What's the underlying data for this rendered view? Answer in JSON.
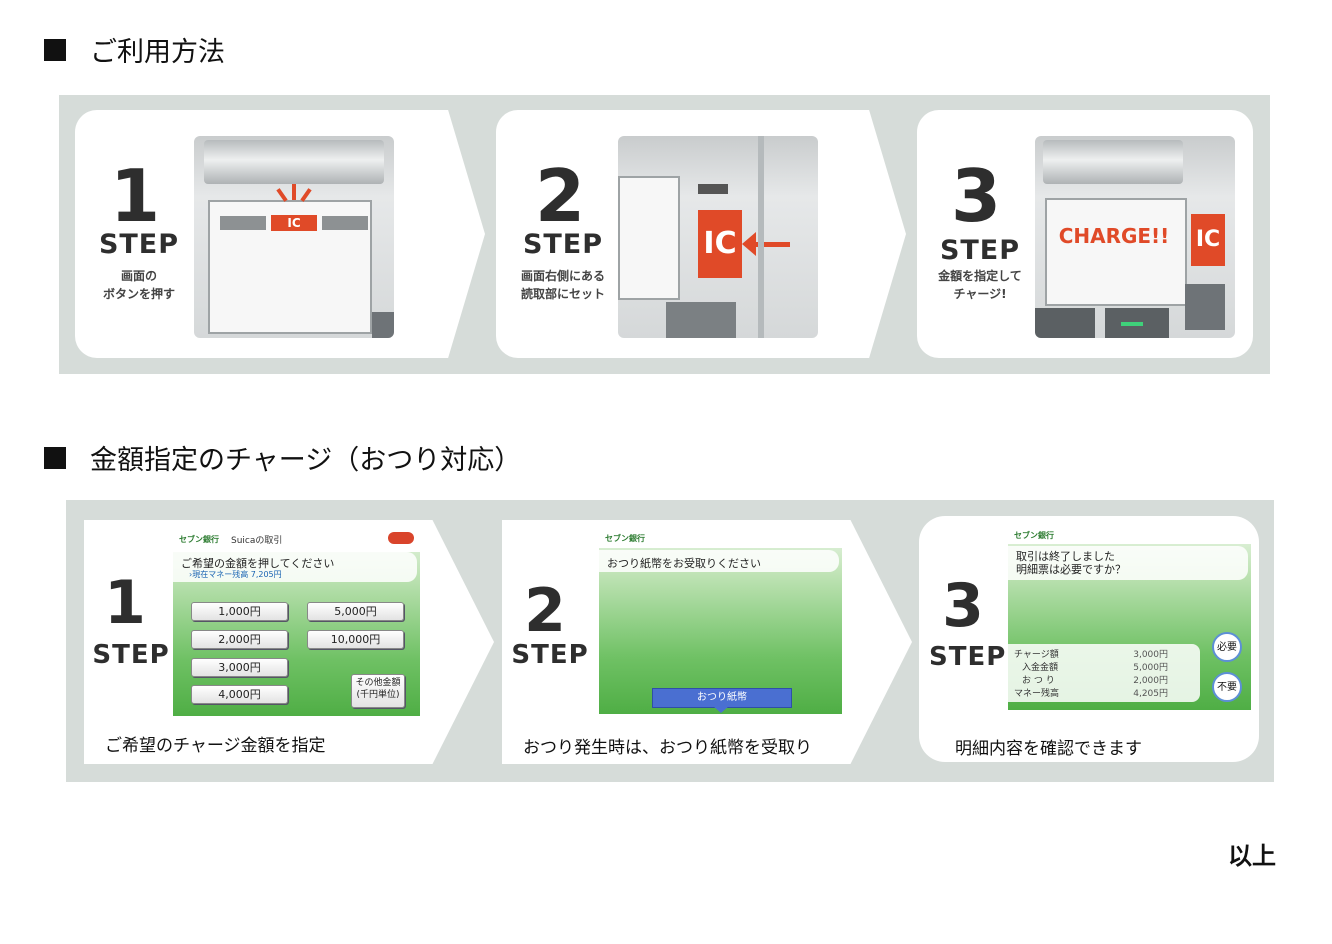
{
  "sections": {
    "usage_title": "ご利用方法",
    "charge_title": "金額指定のチャージ（おつり対応）"
  },
  "usage_steps": [
    {
      "number": "1",
      "step_label": "STEP",
      "caption": [
        "画面の",
        "ボタンを押す"
      ],
      "screen_ic": "IC"
    },
    {
      "number": "2",
      "step_label": "STEP",
      "caption": [
        "画面右側にある",
        "読取部にセット"
      ],
      "reader_ic": "IC"
    },
    {
      "number": "3",
      "step_label": "STEP",
      "caption": [
        "金額を指定して",
        "チャージ!"
      ],
      "screen_text": "CHARGE!!",
      "reader_ic": "IC"
    }
  ],
  "charge_steps": [
    {
      "number": "1",
      "step_label": "STEP",
      "caption": "ご希望のチャージ金額を指定",
      "screen": {
        "bank": "セブン銀行",
        "service": "Suicaの取引",
        "prompt": "ご希望の金額を押してください",
        "balance_line": "›現在マネー残高 7,205円",
        "buttons": [
          "1,000円",
          "5,000円",
          "2,000円",
          "10,000円",
          "3,000円",
          "4,000円"
        ],
        "other_button": [
          "その他金額",
          "(千円単位)"
        ]
      }
    },
    {
      "number": "2",
      "step_label": "STEP",
      "caption": "おつり発生時は、おつり紙幣を受取り",
      "screen": {
        "bank": "セブン銀行",
        "prompt": "おつり紙幣をお受取りください",
        "slot_label": "おつり紙幣"
      }
    },
    {
      "number": "3",
      "step_label": "STEP",
      "caption": "明細内容を確認できます",
      "screen": {
        "bank": "セブン銀行",
        "prompt": [
          "取引は終了しました",
          "明細票は必要ですか？"
        ],
        "rows": [
          {
            "label": "チャージ額",
            "value": "3,000円"
          },
          {
            "label": "入金金額",
            "value": "5,000円"
          },
          {
            "label": "お つ り",
            "value": "2,000円"
          },
          {
            "label": "マネー残高",
            "value": "4,205円"
          }
        ],
        "need_button": "必要",
        "no_button": "不要"
      }
    }
  ],
  "footer": "以上",
  "colors": {
    "panel": "#d6dcd9",
    "ic_red": "#e04a28",
    "screen_green": "#5db552",
    "slot_blue": "#4a6fd1"
  }
}
